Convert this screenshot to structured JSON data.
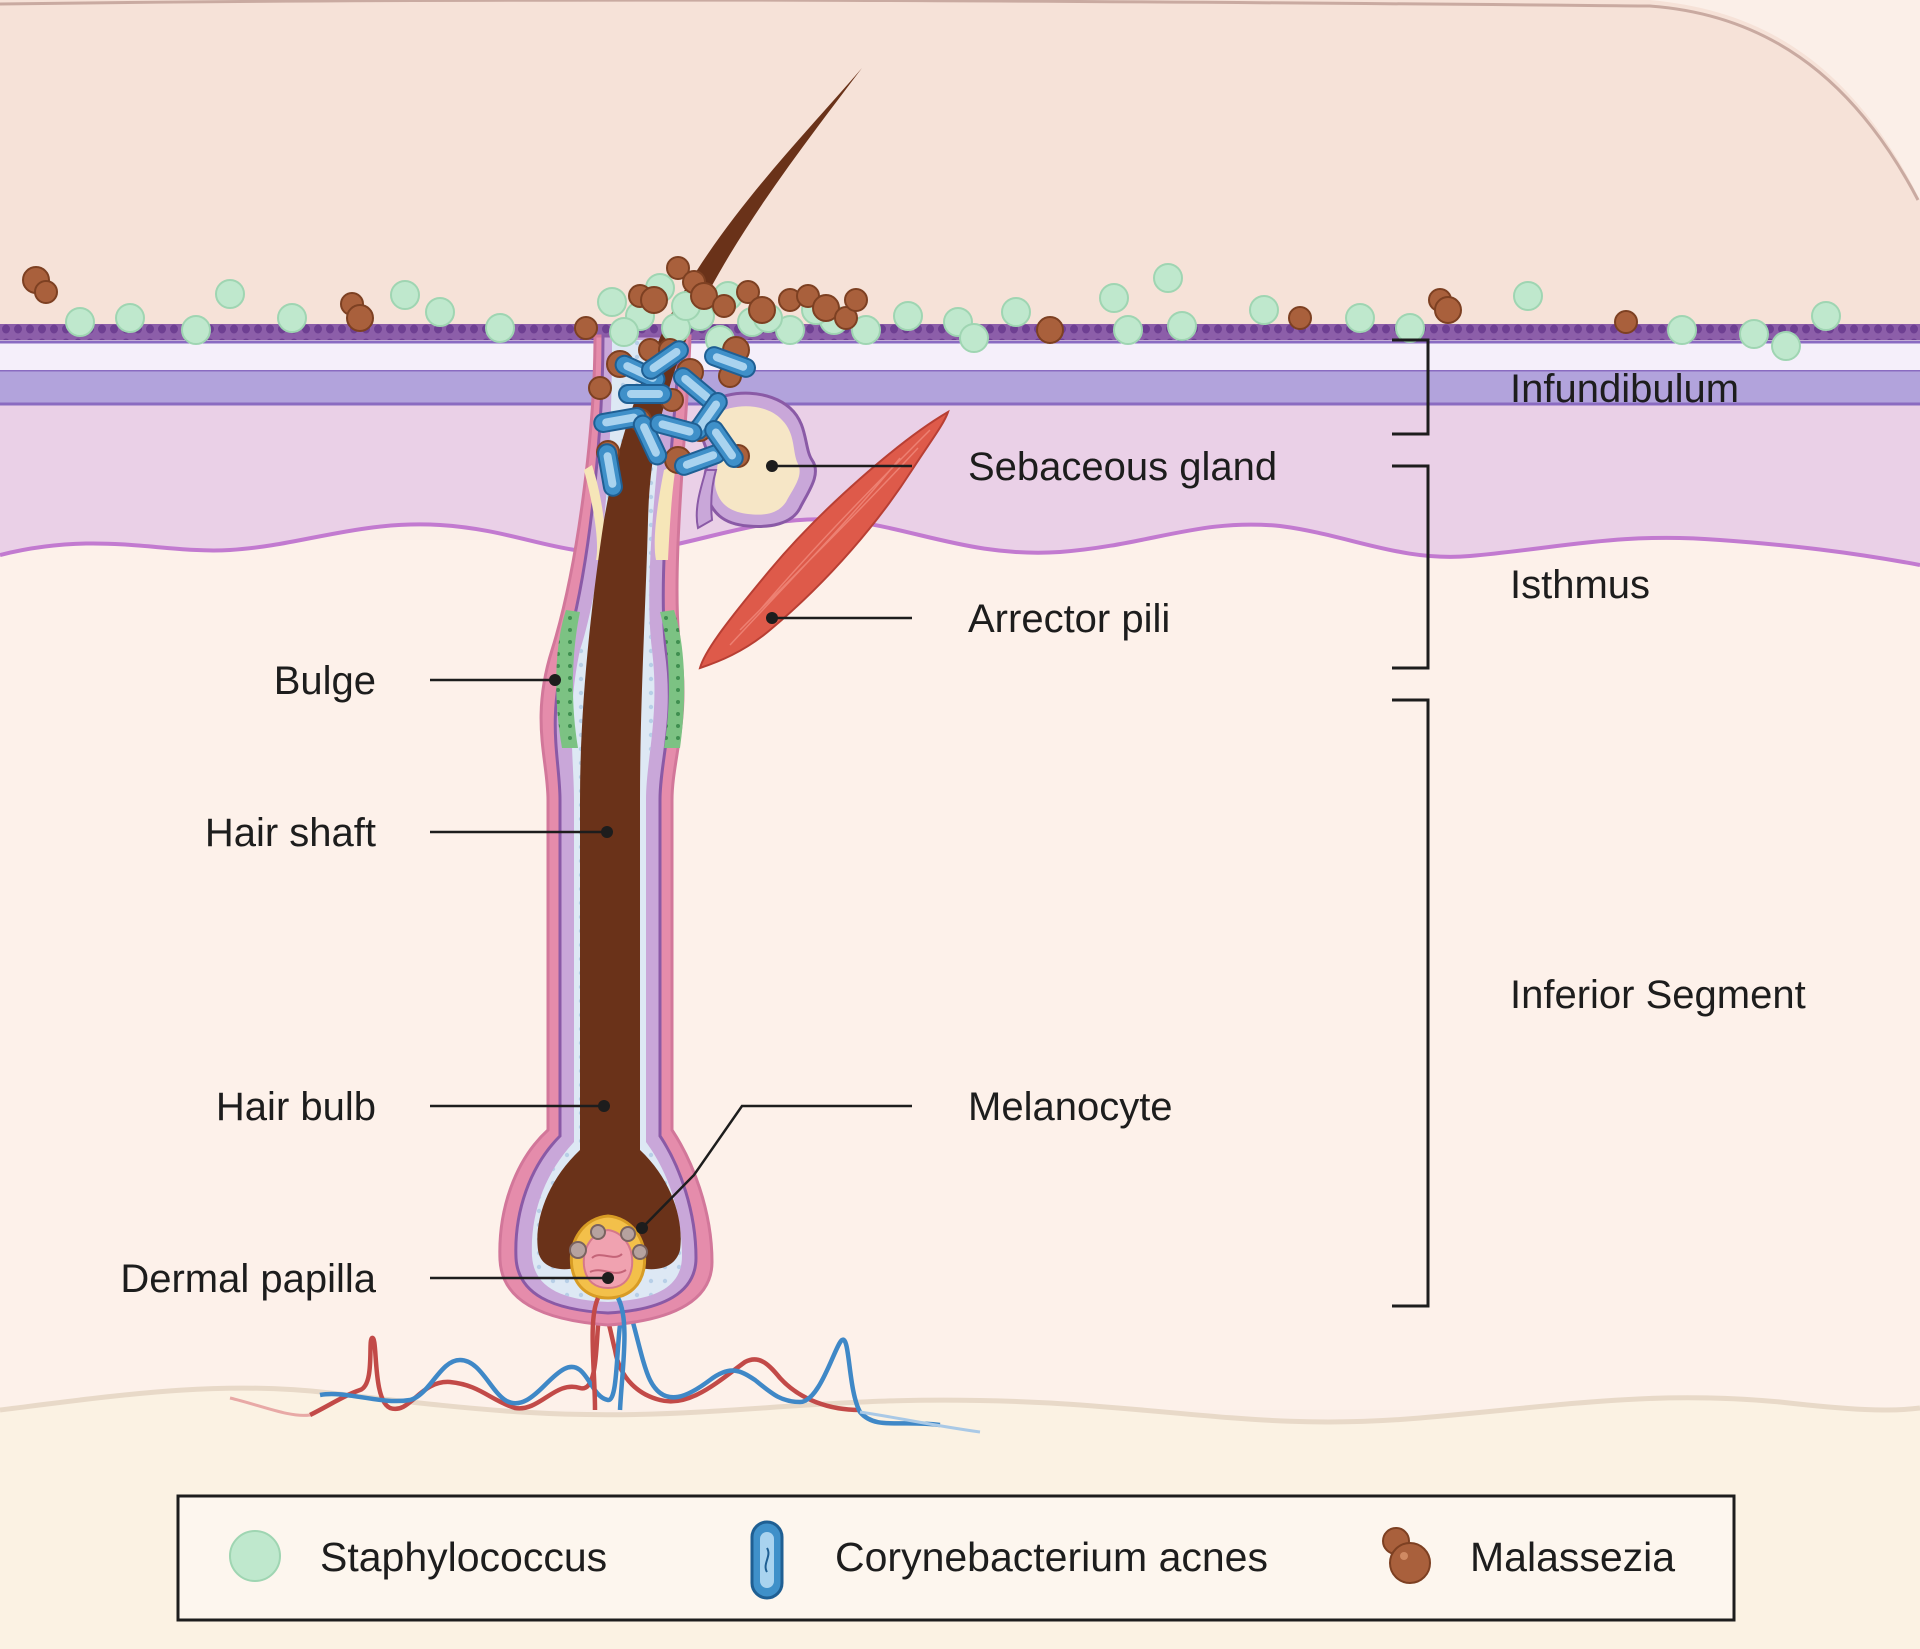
{
  "labels": {
    "bulge": "Bulge",
    "hair_shaft": "Hair shaft",
    "hair_bulb": "Hair bulb",
    "dermal_papilla": "Dermal papilla",
    "sebaceous_gland": "Sebaceous gland",
    "arrector_pili": "Arrector pili",
    "melanocyte": "Melanocyte"
  },
  "regions": {
    "infundibulum": "Infundibulum",
    "isthmus": "Isthmus",
    "inferior_segment": "Inferior Segment"
  },
  "legend": {
    "staphylococcus": "Staphylococcus",
    "corynebacterium": "Corynebacterium acnes",
    "malassezia": "Malassezia"
  },
  "colors": {
    "staphylococcus": "#bfe8cd",
    "corynebacterium": "#3f90c9",
    "malassezia": "#a9603c",
    "hair": "#6a3219",
    "follicle_sheath": "#e58cab",
    "muscle": "#de5a4a",
    "epidermis_band": "#b2a3dc",
    "dermis_top": "#ead0e7"
  },
  "icons": [
    "staphylococcus-icon",
    "corynebacterium-icon",
    "malassezia-icon"
  ]
}
